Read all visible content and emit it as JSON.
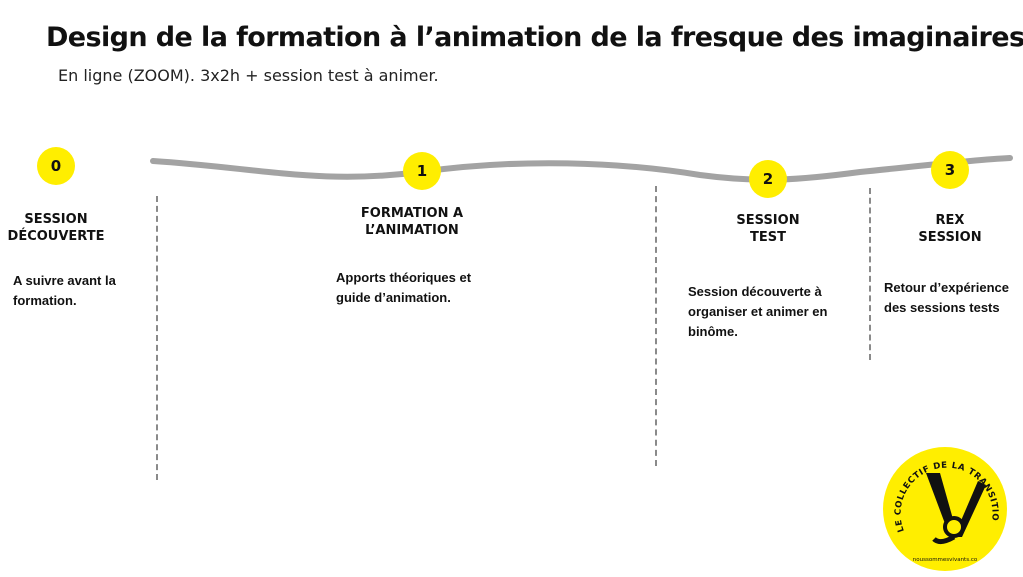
{
  "title": "Design de la formation à l’animation de la fresque des imaginaires",
  "subtitle": "En ligne (ZOOM). 3x2h + session test à animer.",
  "colors": {
    "accent": "#ffee00",
    "line": "#a3a3a3",
    "dash": "#8a8a8a"
  },
  "steps": [
    {
      "number": "0",
      "label_1": "SESSION",
      "label_2": "DÉCOUVERTE",
      "desc_1": "A suivre avant la",
      "desc_2": "formation."
    },
    {
      "number": "1",
      "label_1": "FORMATION A",
      "label_2": "L’ANIMATION",
      "desc_1": "Apports théoriques et",
      "desc_2": "guide d’animation."
    },
    {
      "number": "2",
      "label_1": "SESSION",
      "label_2": "TEST",
      "desc_1": "Session découverte à",
      "desc_2": "organiser et animer en",
      "desc_3": "binôme."
    },
    {
      "number": "3",
      "label_1": "REX",
      "label_2": "SESSION",
      "desc_1": "Retour d’expérience",
      "desc_2": "des sessions tests"
    }
  ],
  "logo": {
    "ring_text": "LE COLLECTIF DE LA TRANSITION ÉCOLOGIQUE",
    "url": "noussommesvivants.co",
    "icon": "v-clothespin-icon"
  }
}
